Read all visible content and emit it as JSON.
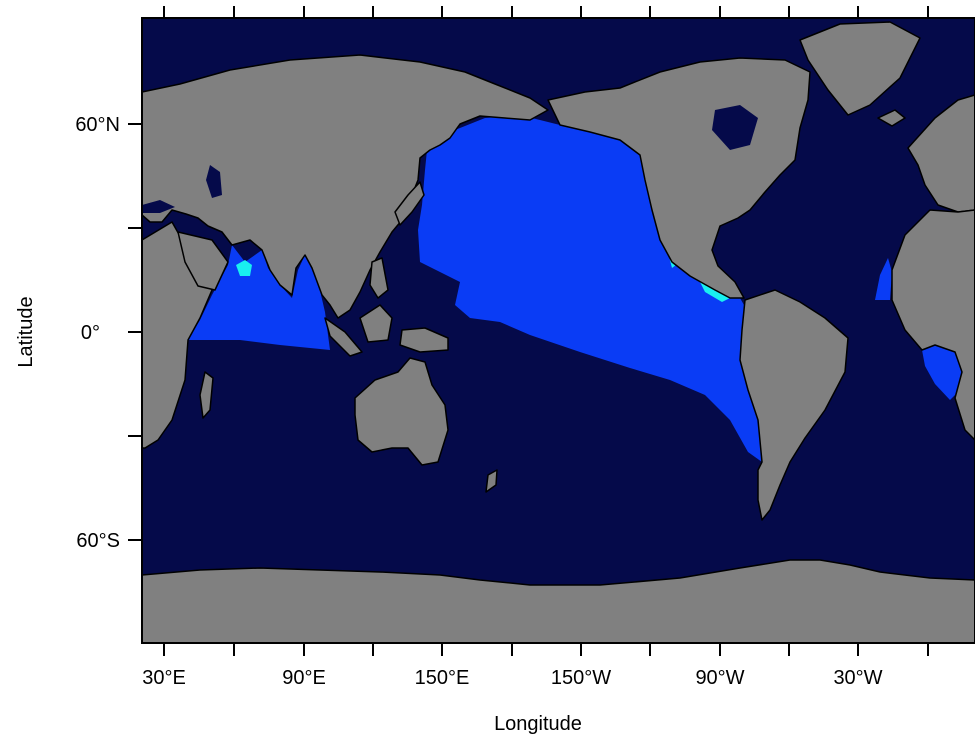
{
  "map": {
    "xlabel": "Longitude",
    "ylabel": "Latitude",
    "x_tick_labels": [
      "30°E",
      "90°E",
      "150°E",
      "150°W",
      "90°W",
      "30°W"
    ],
    "y_tick_labels": [
      "60°N",
      "0°",
      "60°S"
    ],
    "colors": {
      "ocean": "#050a4a",
      "land": "#808080",
      "region_blue": "#0a3cf5",
      "region_cyan": "#19f0f0",
      "coastline": "#000000"
    }
  }
}
